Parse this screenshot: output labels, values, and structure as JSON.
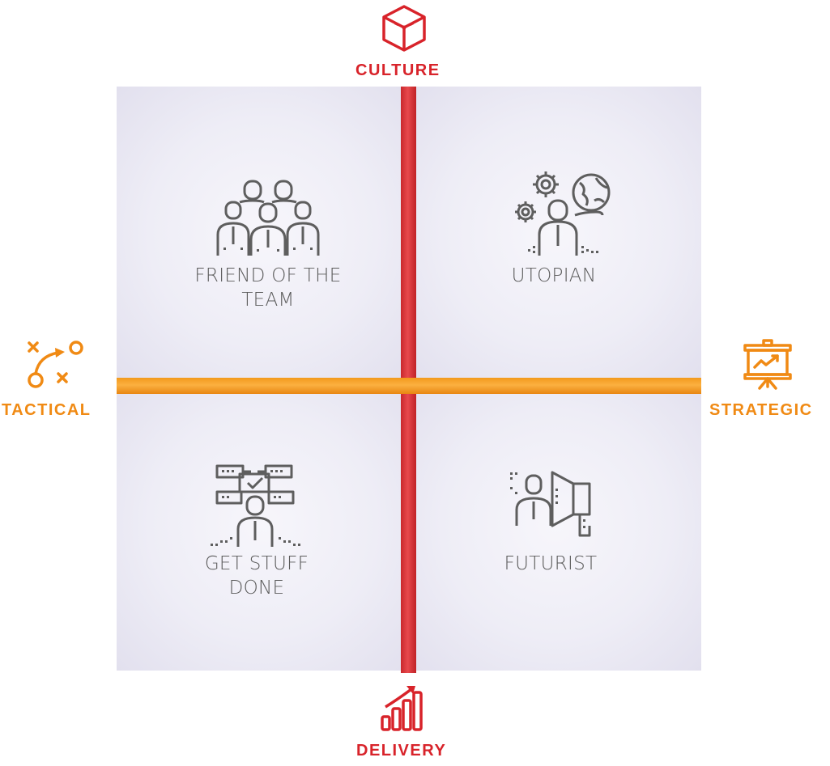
{
  "axes": {
    "top": {
      "label": "CULTURE",
      "icon": "cube-icon",
      "color": "#d8232a"
    },
    "bottom": {
      "label": "DELIVERY",
      "icon": "growth-bars-icon",
      "color": "#d8232a"
    },
    "left": {
      "label": "TACTICAL",
      "icon": "play-diagram-icon",
      "color": "#f08a14"
    },
    "right": {
      "label": "STRATEGIC",
      "icon": "presentation-board-icon",
      "color": "#f08a14"
    }
  },
  "quadrants": {
    "top_left": {
      "line1": "FRIEND OF THE",
      "line2": "TEAM",
      "icon": "team-icon"
    },
    "top_right": {
      "line1": "UTOPIAN",
      "icon": "gears-globe-person-icon"
    },
    "bottom_left": {
      "line1": "GET STUFF",
      "line2": "DONE",
      "icon": "tasks-person-icon"
    },
    "bottom_right": {
      "line1": "FUTURIST",
      "icon": "person-speaker-icon"
    }
  }
}
